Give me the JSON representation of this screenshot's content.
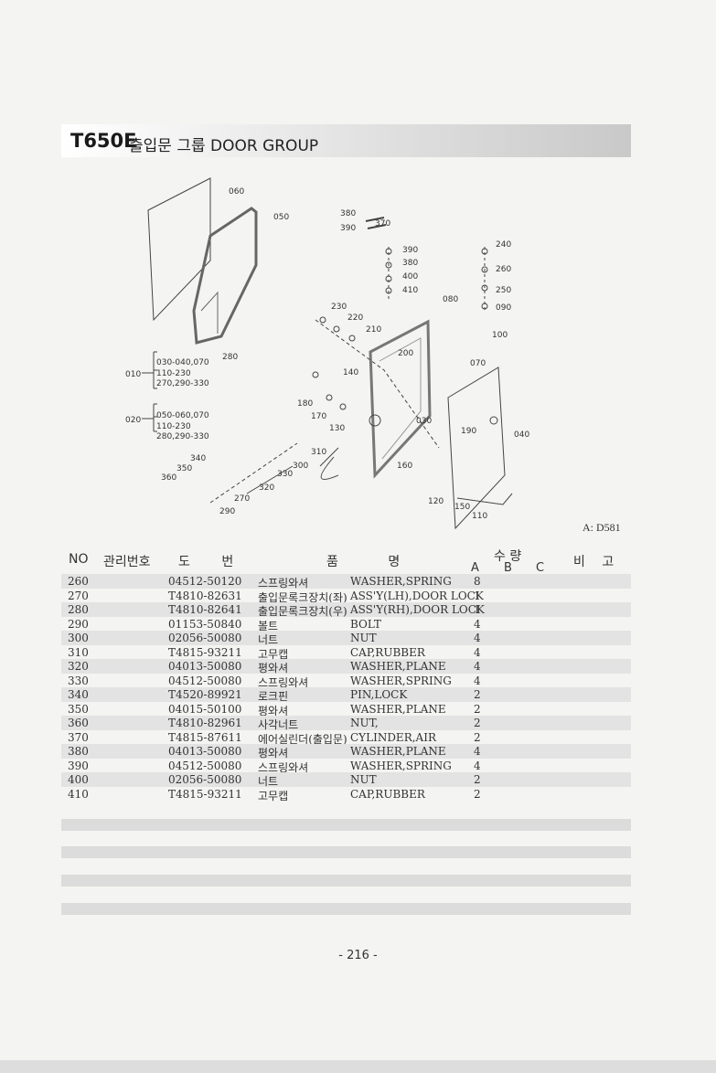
{
  "title": {
    "model": "T650E",
    "group": "출입문 그룹 DOOR GROUP"
  },
  "diagram_ref": "A: D581",
  "callouts": [
    "060",
    "050",
    "380",
    "390",
    "370",
    "390",
    "380",
    "400",
    "410",
    "240",
    "260",
    "250",
    "090",
    "100",
    "080",
    "230",
    "220",
    "210",
    "200",
    "070",
    "140",
    "180",
    "170",
    "130",
    "030",
    "190",
    "040",
    "310",
    "300",
    "330",
    "320",
    "340",
    "350",
    "360",
    "270",
    "290",
    "160",
    "120",
    "150",
    "110",
    "280",
    "010",
    "020"
  ],
  "groups": [
    {
      "ranges": [
        "030-040,070",
        "110-230",
        "270,290-330"
      ]
    },
    {
      "ranges": [
        "050-060,070",
        "110-230",
        "280,290-330"
      ]
    }
  ],
  "table": {
    "headers": {
      "no": "NO",
      "mgmt": "관리번호",
      "drawing": "도 번",
      "name": "품 명",
      "qty": "수 량",
      "a": "A",
      "b": "B",
      "c": "C",
      "remark": "비 고"
    },
    "rows": [
      {
        "no": "260",
        "part": "04512-50120",
        "ko": "스프링와셔",
        "en": "WASHER,SPRING",
        "qa": "8"
      },
      {
        "no": "270",
        "part": "T4810-82631",
        "ko": "출입문록크장치(좌)",
        "en": "ASS'Y(LH),DOOR LOCK",
        "qa": "1"
      },
      {
        "no": "280",
        "part": "T4810-82641",
        "ko": "출입문록크장치(우)",
        "en": "ASS'Y(RH),DOOR LOCK",
        "qa": "1"
      },
      {
        "no": "290",
        "part": "01153-50840",
        "ko": "볼트",
        "en": "BOLT",
        "qa": "4"
      },
      {
        "no": "300",
        "part": "02056-50080",
        "ko": "너트",
        "en": "NUT",
        "qa": "4"
      },
      {
        "no": "310",
        "part": "T4815-93211",
        "ko": "고무캡",
        "en": "CAP,RUBBER",
        "qa": "4"
      },
      {
        "no": "320",
        "part": "04013-50080",
        "ko": "평와셔",
        "en": "WASHER,PLANE",
        "qa": "4"
      },
      {
        "no": "330",
        "part": "04512-50080",
        "ko": "스프링와셔",
        "en": "WASHER,SPRING",
        "qa": "4"
      },
      {
        "no": "340",
        "part": "T4520-89921",
        "ko": "로크핀",
        "en": "PIN,LOCK",
        "qa": "2"
      },
      {
        "no": "350",
        "part": "04015-50100",
        "ko": "평와셔",
        "en": "WASHER,PLANE",
        "qa": "2"
      },
      {
        "no": "360",
        "part": "T4810-82961",
        "ko": "사각너트",
        "en": "NUT,",
        "qa": "2"
      },
      {
        "no": "370",
        "part": "T4815-87611",
        "ko": "에어실린더(출입문)",
        "en": "CYLINDER,AIR",
        "qa": "2"
      },
      {
        "no": "380",
        "part": "04013-50080",
        "ko": "평와셔",
        "en": "WASHER,PLANE",
        "qa": "4"
      },
      {
        "no": "390",
        "part": "04512-50080",
        "ko": "스프링와셔",
        "en": "WASHER,SPRING",
        "qa": "4"
      },
      {
        "no": "400",
        "part": "02056-50080",
        "ko": "너트",
        "en": "NUT",
        "qa": "2"
      },
      {
        "no": "410",
        "part": "T4815-93211",
        "ko": "고무캡",
        "en": "CAP,RUBBER",
        "qa": "2"
      }
    ]
  },
  "page_number": "- 216 -"
}
